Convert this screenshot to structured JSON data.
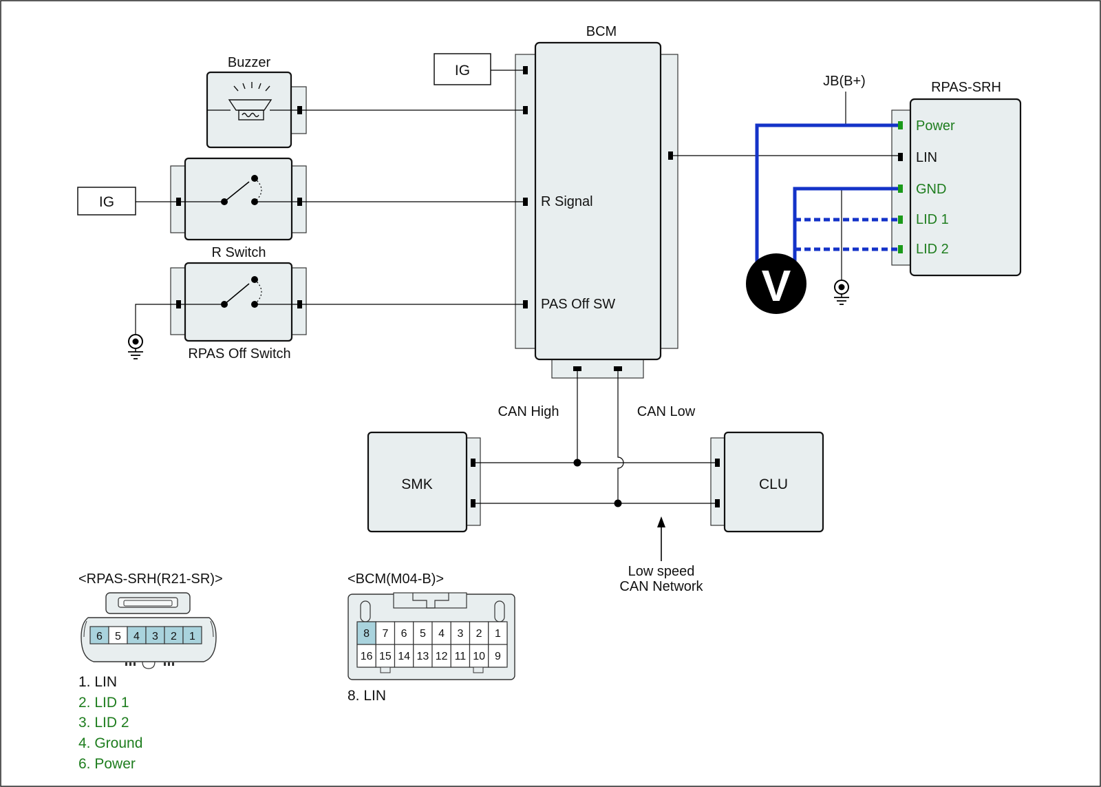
{
  "modules": {
    "bcm": "BCM",
    "buzzer": "Buzzer",
    "r_switch": "R Switch",
    "rpas_off_switch": "RPAS Off Switch",
    "rpas_srh": "RPAS-SRH",
    "smk": "SMK",
    "clu": "CLU"
  },
  "sources": {
    "ig_top": "IG",
    "ig_left": "IG",
    "jb": "JB(B+)"
  },
  "bcm_pins": {
    "r_signal": "R Signal",
    "pas_off_sw": "PAS Off SW"
  },
  "rpas_pins": {
    "power": "Power",
    "lin": "LIN",
    "gnd": "GND",
    "lid1": "LID 1",
    "lid2": "LID 2"
  },
  "can": {
    "high": "CAN High",
    "low": "CAN Low",
    "network_line1": "Low speed",
    "network_line2": "CAN Network"
  },
  "meter": {
    "symbol": "V"
  },
  "connector_rpas": {
    "title": "<RPAS-SRH(R21-SR)>",
    "pins": [
      "6",
      "5",
      "4",
      "3",
      "2",
      "1"
    ],
    "highlighted": [
      "6",
      "4",
      "3",
      "2",
      "1"
    ],
    "legend": [
      {
        "text": "1. LIN",
        "color": "#111111"
      },
      {
        "text": "2. LID 1",
        "color": "#1e7d1e"
      },
      {
        "text": "3. LID 2",
        "color": "#1e7d1e"
      },
      {
        "text": "4. Ground",
        "color": "#1e7d1e"
      },
      {
        "text": "6. Power",
        "color": "#1e7d1e"
      }
    ]
  },
  "connector_bcm": {
    "title": "<BCM(M04-B)>",
    "top_row": [
      "8",
      "7",
      "6",
      "5",
      "4",
      "3",
      "2",
      "1"
    ],
    "bottom_row": [
      "16",
      "15",
      "14",
      "13",
      "12",
      "11",
      "10",
      "9"
    ],
    "highlighted": [
      "8"
    ],
    "legend": "8. LIN"
  },
  "colors": {
    "measurement_wire": "#1433c8",
    "highlight_pin": "#a9d3dd",
    "module_fill": "#e8eeef",
    "active_text": "#1e7d1e"
  }
}
